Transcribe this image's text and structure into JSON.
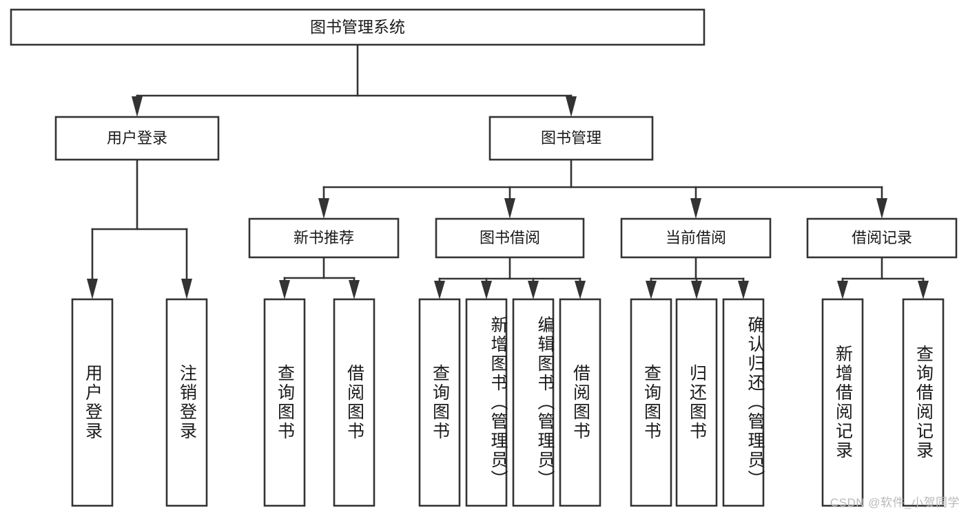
{
  "diagram": {
    "type": "tree-hierarchy-chart",
    "title": "图书管理系统",
    "watermark": "CSDN @软件_小贺同学",
    "colors": {
      "background": "#ffffff",
      "box_stroke": "#333333",
      "box_fill": "#ffffff",
      "text": "#1a1a1a",
      "watermark": "#b9b9b9"
    },
    "root": {
      "id": "root",
      "label": "图书管理系统",
      "orientation": "horizontal"
    },
    "level2": [
      {
        "id": "user-login",
        "label": "用户登录",
        "orientation": "horizontal"
      },
      {
        "id": "book-management",
        "label": "图书管理",
        "orientation": "horizontal"
      }
    ],
    "level3": [
      {
        "id": "new-book-recommend",
        "label": "新书推荐",
        "parent": "book-management",
        "orientation": "horizontal"
      },
      {
        "id": "book-borrow",
        "label": "图书借阅",
        "parent": "book-management",
        "orientation": "horizontal"
      },
      {
        "id": "current-borrow",
        "label": "当前借阅",
        "parent": "book-management",
        "orientation": "horizontal"
      },
      {
        "id": "borrow-record",
        "label": "借阅记录",
        "parent": "book-management",
        "orientation": "horizontal"
      }
    ],
    "leaves": [
      {
        "id": "leaf-user-login",
        "label": "用户登录",
        "parent": "user-login",
        "orientation": "vertical"
      },
      {
        "id": "leaf-logout",
        "label": "注销登录",
        "parent": "user-login",
        "orientation": "vertical"
      },
      {
        "id": "leaf-query-book-1",
        "label": "查询图书",
        "parent": "new-book-recommend",
        "orientation": "vertical"
      },
      {
        "id": "leaf-borrow-book-1",
        "label": "借阅图书",
        "parent": "new-book-recommend",
        "orientation": "vertical"
      },
      {
        "id": "leaf-query-book-2",
        "label": "查询图书",
        "parent": "book-borrow",
        "orientation": "vertical"
      },
      {
        "id": "leaf-add-book",
        "label": "新增图书（管理员）",
        "parent": "book-borrow",
        "orientation": "vertical"
      },
      {
        "id": "leaf-edit-book",
        "label": "编辑图书（管理员）",
        "parent": "book-borrow",
        "orientation": "vertical"
      },
      {
        "id": "leaf-borrow-book-2",
        "label": "借阅图书",
        "parent": "book-borrow",
        "orientation": "vertical"
      },
      {
        "id": "leaf-query-book-3",
        "label": "查询图书",
        "parent": "current-borrow",
        "orientation": "vertical"
      },
      {
        "id": "leaf-return-book",
        "label": "归还图书",
        "parent": "current-borrow",
        "orientation": "vertical"
      },
      {
        "id": "leaf-confirm-return",
        "label": "确认归还（管理员）",
        "parent": "current-borrow",
        "orientation": "vertical"
      },
      {
        "id": "leaf-add-record",
        "label": "新增借阅记录",
        "parent": "borrow-record",
        "orientation": "vertical"
      },
      {
        "id": "leaf-query-record",
        "label": "查询借阅记录",
        "parent": "borrow-record",
        "orientation": "vertical"
      }
    ]
  }
}
